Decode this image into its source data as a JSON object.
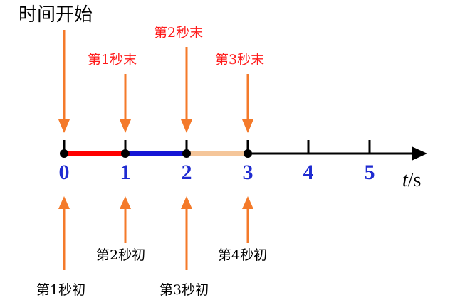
{
  "title": "时间开始",
  "top_labels": {
    "end1": "第1秒末",
    "end2": "第2秒末",
    "end3": "第3秒末"
  },
  "bottom_labels": {
    "begin1": "第1秒初",
    "begin2": "第2秒初",
    "begin3": "第3秒初",
    "begin4": "第4秒初"
  },
  "ticks": [
    "0",
    "1",
    "2",
    "3",
    "4",
    "5"
  ],
  "axis_unit": {
    "var": "t",
    "unit": "/s"
  },
  "colors": {
    "segment_0_1": "#ff0000",
    "segment_1_2": "#1515d6",
    "segment_2_3": "#f5c69a",
    "axis": "#000000",
    "arrow": "#f47a2a",
    "tick_label": "#1f2bd1",
    "top_label": "#ff1a1a"
  }
}
